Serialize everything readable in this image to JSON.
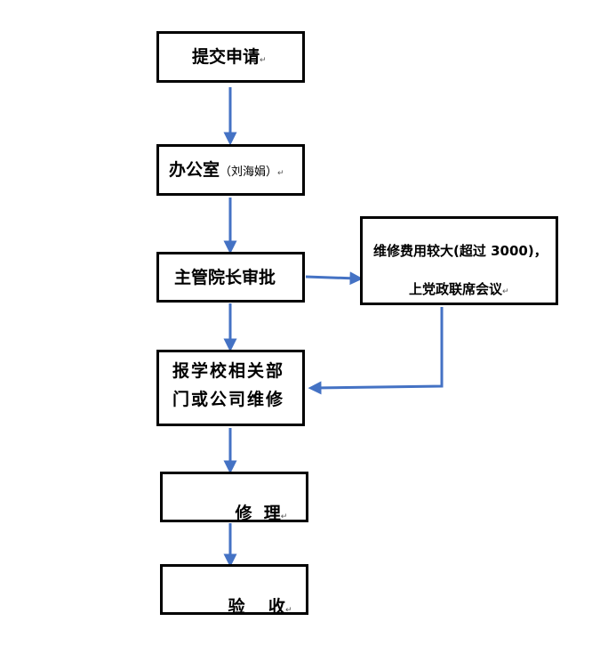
{
  "nodes": {
    "submit": {
      "text": "提交申请"
    },
    "office": {
      "text": "办公室",
      "paren": "（刘海娟）"
    },
    "director": {
      "text": "主管院长审批"
    },
    "cost": {
      "line1": "维修费用较大(超过 3000)，",
      "line2": "上党政联席会议"
    },
    "report": {
      "line1": "报学校相关部",
      "line2": "门或公司维修"
    },
    "repair": {
      "text": "修  理"
    },
    "accept": {
      "text": "验    收"
    }
  },
  "para_mark": "↵",
  "colors": {
    "arrow": "#4472c4",
    "border": "#000000"
  }
}
